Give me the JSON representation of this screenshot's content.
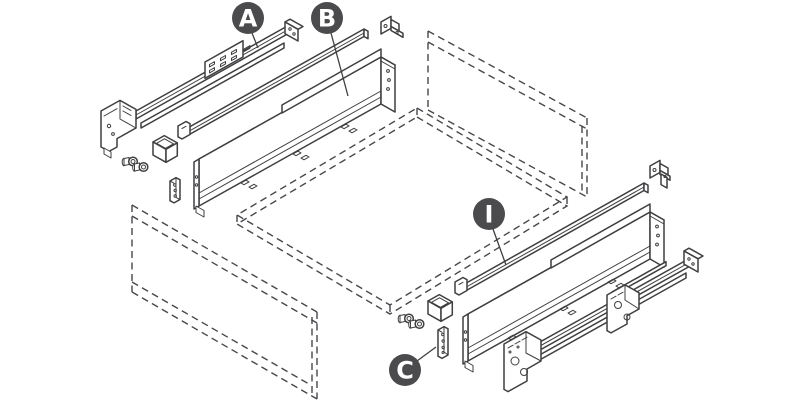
{
  "diagram": {
    "type": "exploded-parts-diagram",
    "background_color": "#ffffff",
    "line_color": "#3f3f41",
    "callout": {
      "fill_color": "#4b4b4d",
      "text_color": "#ffffff"
    },
    "callouts": [
      {
        "label": "A",
        "part": "left-drawer-runner"
      },
      {
        "label": "B",
        "part": "left-drawer-side-panel"
      },
      {
        "label": "I",
        "part": "right-gallery-rail"
      },
      {
        "label": "C",
        "part": "right-front-fixing-bracket"
      }
    ],
    "solid_parts": [
      "left-drawer-runner",
      "runner-mounting-plate-left",
      "gallery-rail-left",
      "left-drawer-side-panel",
      "rear-corner-bracket-left",
      "cover-cap-left",
      "screws-left",
      "front-fixing-bracket-left",
      "right-gallery-rail",
      "right-drawer-side-panel",
      "right-drawer-runner",
      "rear-corner-bracket-right",
      "cover-cap-right",
      "screws-right",
      "right-front-fixing-bracket"
    ],
    "reference_panels": [
      "drawer-front-panel",
      "drawer-bottom-panel",
      "drawer-back-panel"
    ]
  }
}
